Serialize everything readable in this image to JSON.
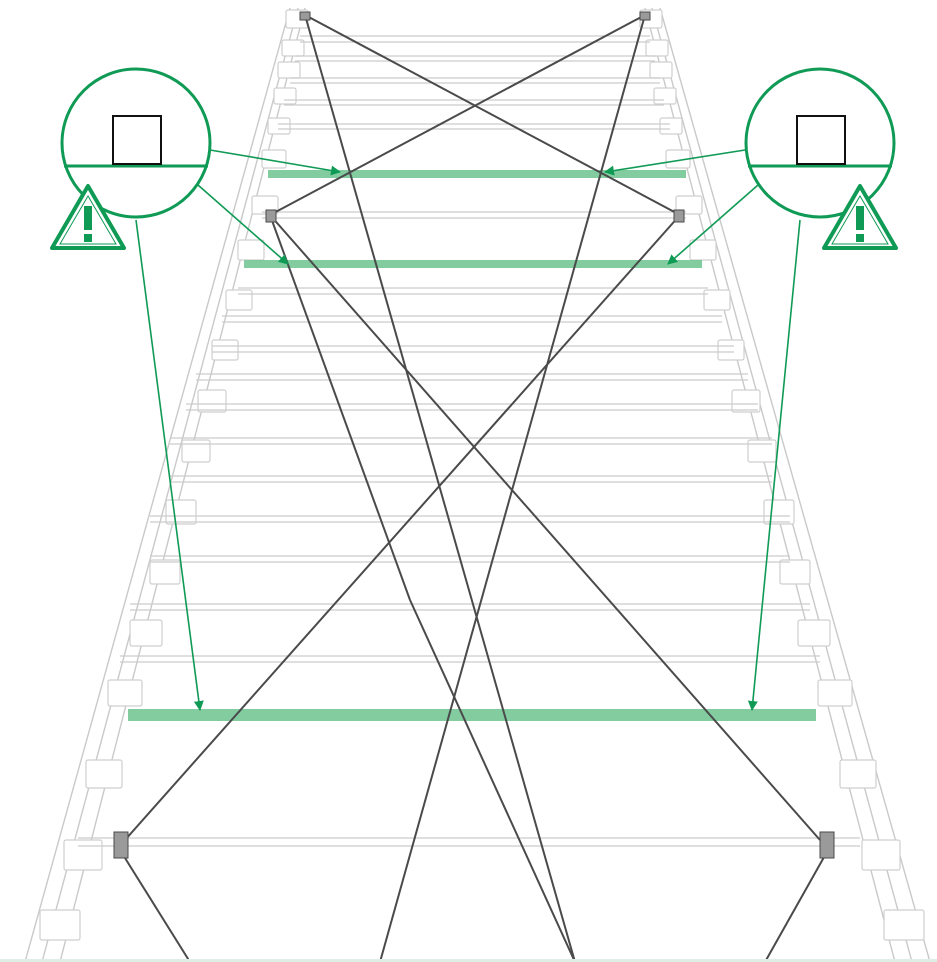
{
  "figure": {
    "subject": "drop-in-frame-assembly-with-cable-bracing",
    "highlighted_crossbar_count": 3,
    "cable_crossings": 2
  },
  "callouts": [
    {
      "side": "left",
      "icon": "warning-triangle-icon",
      "glyph": "!",
      "detail": "square-on-line"
    },
    {
      "side": "right",
      "icon": "warning-triangle-icon",
      "glyph": "!",
      "detail": "square-on-line"
    }
  ],
  "colors": {
    "accent": "#0f9a55",
    "highlight_bar": "#6cc38f",
    "frame_line": "#c9c9c9",
    "cable": "#4a4a4a",
    "background": "#ffffff",
    "bottom_strip": "#dfeee4"
  }
}
